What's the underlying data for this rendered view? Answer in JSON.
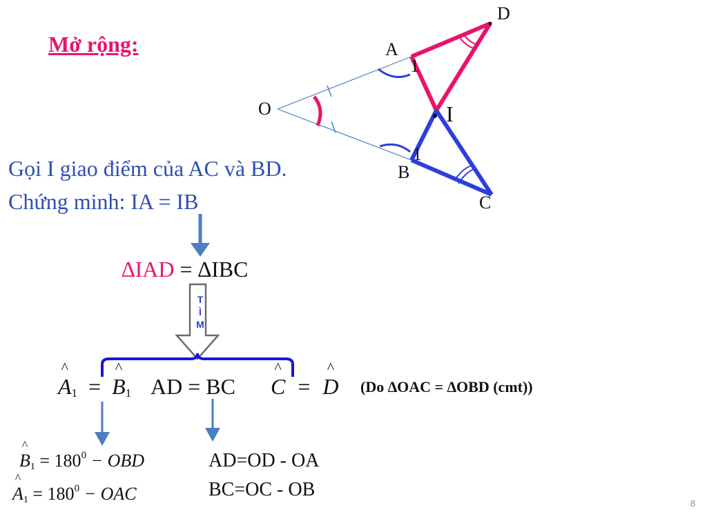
{
  "slide": {
    "title": "Mở rộng:",
    "problem_line1": "Gọi I giao điểm của AC và BD.",
    "problem_line2": "Chứng minh: IA = IB",
    "triangle_left": "∆IAD",
    "triangle_eq": " = ",
    "triangle_right": "∆IBC",
    "find_label": "TÌM",
    "cond1_left": "A",
    "cond1_sub": "1",
    "cond1_eq": "=",
    "cond1_right": "B",
    "cond1_right_sub": "1",
    "cond2": "AD = BC",
    "cond3_left": "C",
    "cond3_eq": "=",
    "cond3_right": "D",
    "reason": "(Do ∆OAC = ∆OBD (cmt))",
    "b1_formula_lhs": "B",
    "b1_sub": "1",
    "b1_formula_rhs": "= 180",
    "b1_deg": "0",
    "b1_tail": " − OBD",
    "a1_formula_lhs": "A",
    "a1_sub": "1",
    "a1_formula_rhs": "= 180",
    "a1_deg": "0",
    "a1_tail": " − OAC",
    "ad_line": "AD=OD - OA",
    "bc_line": "BC=OC -  OB",
    "page_number": "8"
  },
  "figure": {
    "labels": {
      "O": "O",
      "A": "A",
      "B": "B",
      "C": "C",
      "D": "D",
      "I": "I",
      "angle_a": "1",
      "angle_b": "1"
    },
    "colors": {
      "pink": "#e8146c",
      "blue": "#2b3ee0",
      "thin_line": "#4a7fc1",
      "arrow": "#4a7fc1"
    }
  }
}
